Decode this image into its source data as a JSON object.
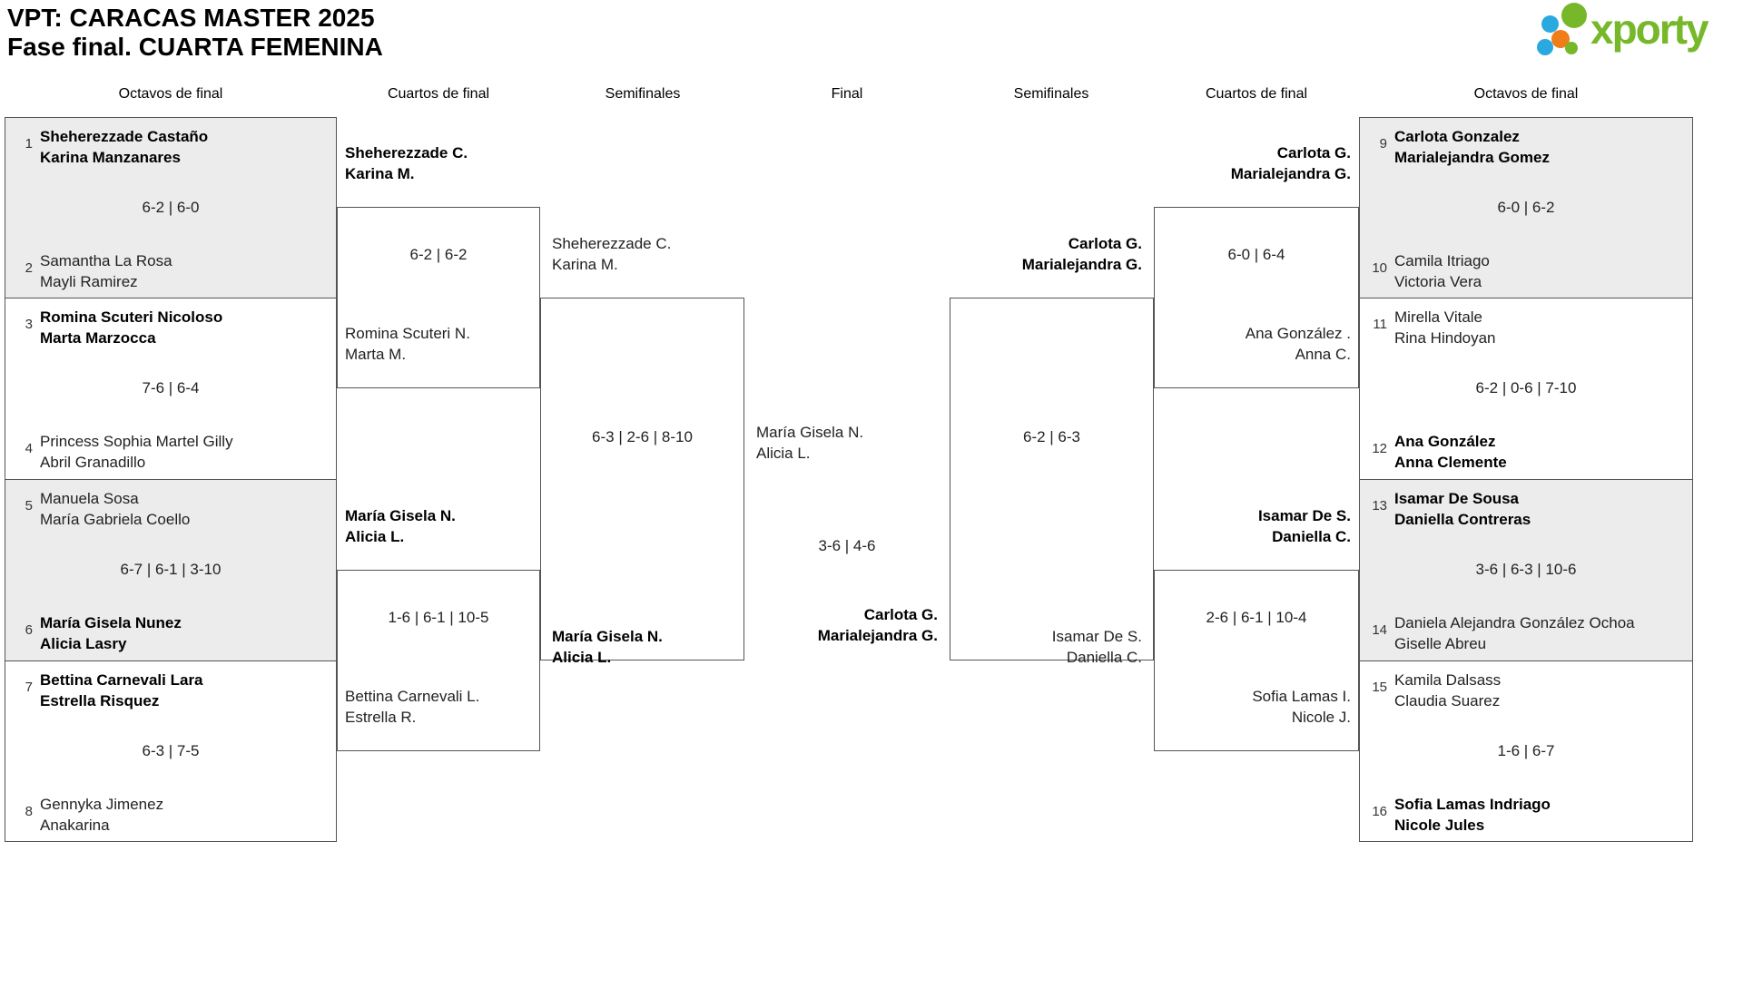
{
  "title": {
    "line1": "VPT: CARACAS MASTER 2025",
    "line2": "Fase final. CUARTA FEMENINA"
  },
  "logo": {
    "text": "xporty",
    "colors": {
      "green": "#76b82a",
      "blue": "#2aa9e0",
      "orange": "#ee7d1a"
    }
  },
  "column_headers": [
    "Octavos de final",
    "Cuartos de final",
    "Semifinales",
    "Final",
    "Semifinales",
    "Cuartos de final",
    "Octavos de final"
  ],
  "r16_left": [
    {
      "seed_top": "1",
      "top1": "Sheherezzade Castaño",
      "top2": "Karina Manzanares",
      "top_bold": true,
      "score": "6-2 | 6-0",
      "seed_bot": "2",
      "bot1": "Samantha La Rosa",
      "bot2": "Mayli Ramirez",
      "bot_bold": false
    },
    {
      "seed_top": "3",
      "top1": "Romina Scuteri Nicoloso",
      "top2": "Marta Marzocca",
      "top_bold": true,
      "score": "7-6 | 6-4",
      "seed_bot": "4",
      "bot1": "Princess Sophia Martel Gilly",
      "bot2": "Abril Granadillo",
      "bot_bold": false
    },
    {
      "seed_top": "5",
      "top1": "Manuela Sosa",
      "top2": "María Gabriela Coello",
      "top_bold": false,
      "score": "6-7 | 6-1 | 3-10",
      "seed_bot": "6",
      "bot1": "María Gisela Nunez",
      "bot2": "Alicia Lasry",
      "bot_bold": true
    },
    {
      "seed_top": "7",
      "top1": "Bettina Carnevali Lara",
      "top2": "Estrella Risquez",
      "top_bold": true,
      "score": "6-3 | 7-5",
      "seed_bot": "8",
      "bot1": "Gennyka Jimenez",
      "bot2": "Anakarina",
      "bot_bold": false
    }
  ],
  "r16_right": [
    {
      "seed_top": "9",
      "top1": "Carlota Gonzalez",
      "top2": "Marialejandra Gomez",
      "top_bold": true,
      "score": "6-0 | 6-2",
      "seed_bot": "10",
      "bot1": "Camila Itriago",
      "bot2": "Victoria Vera",
      "bot_bold": false
    },
    {
      "seed_top": "11",
      "top1": "Mirella Vitale",
      "top2": "Rina Hindoyan",
      "top_bold": false,
      "score": "6-2 | 0-6 | 7-10",
      "seed_bot": "12",
      "bot1": "Ana González",
      "bot2": "Anna Clemente",
      "bot_bold": true
    },
    {
      "seed_top": "13",
      "top1": "Isamar De Sousa",
      "top2": "Daniella Contreras",
      "top_bold": true,
      "score": "3-6 | 6-3 | 10-6",
      "seed_bot": "14",
      "bot1": "Daniela Alejandra González Ochoa",
      "bot2": "Giselle Abreu",
      "bot_bold": false
    },
    {
      "seed_top": "15",
      "top1": "Kamila Dalsass",
      "top2": "Claudia Suarez",
      "top_bold": false,
      "score": "1-6 | 6-7",
      "seed_bot": "16",
      "bot1": "Sofia Lamas Indriago",
      "bot2": "Nicole Jules",
      "bot_bold": true
    }
  ],
  "qf_left": [
    {
      "top1": "Sheherezzade C.",
      "top2": "Karina M.",
      "top_bold": true,
      "score": "6-2 | 6-2",
      "bot1": "Romina Scuteri N.",
      "bot2": "Marta M.",
      "bot_bold": false
    },
    {
      "top1": "María Gisela N.",
      "top2": "Alicia L.",
      "top_bold": true,
      "score": "1-6 | 6-1 | 10-5",
      "bot1": "Bettina Carnevali L.",
      "bot2": "Estrella R.",
      "bot_bold": false
    }
  ],
  "qf_right": [
    {
      "top1": "Carlota G.",
      "top2": "Marialejandra G.",
      "top_bold": true,
      "score": "6-0 | 6-4",
      "bot1": "Ana González .",
      "bot2": "Anna C.",
      "bot_bold": false
    },
    {
      "top1": "Isamar De S.",
      "top2": "Daniella C.",
      "top_bold": true,
      "score": "2-6 | 6-1 | 10-4",
      "bot1": "Sofia Lamas I.",
      "bot2": "Nicole J.",
      "bot_bold": false
    }
  ],
  "sf_left": {
    "top1": "Sheherezzade C.",
    "top2": "Karina M.",
    "top_bold": false,
    "score": "6-3 | 2-6 | 8-10",
    "bot1": "María Gisela N.",
    "bot2": "Alicia L.",
    "bot_bold": true
  },
  "sf_right": {
    "top1": "Carlota G.",
    "top2": "Marialejandra G.",
    "top_bold": true,
    "score": "6-2 | 6-3",
    "bot1": "Isamar De S.",
    "bot2": "Daniella C.",
    "bot_bold": false
  },
  "final": {
    "left1": "María Gisela N.",
    "left2": "Alicia L.",
    "left_bold": false,
    "score": "3-6 | 4-6",
    "right1": "Carlota G.",
    "right2": "Marialejandra G.",
    "right_bold": true
  }
}
